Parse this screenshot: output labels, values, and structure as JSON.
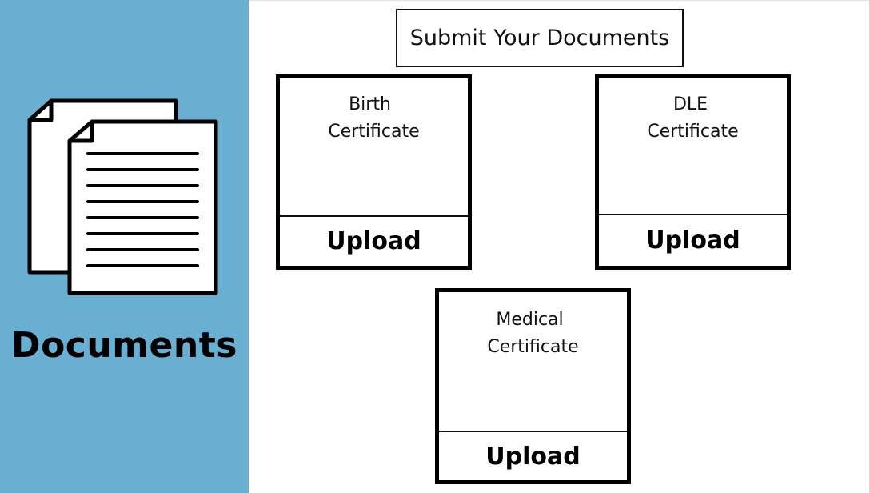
{
  "sidebar": {
    "label": "Documents",
    "icon": "documents-icon",
    "background": "#68afd1"
  },
  "header": {
    "title": "Submit Your Documents"
  },
  "cards": [
    {
      "line1": "Birth",
      "line2": "Certificate",
      "upload_label": "Upload"
    },
    {
      "line1": "DLE",
      "line2": "Certificate",
      "upload_label": "Upload"
    },
    {
      "line1": "Medical",
      "line2": "Certificate",
      "upload_label": "Upload"
    }
  ]
}
